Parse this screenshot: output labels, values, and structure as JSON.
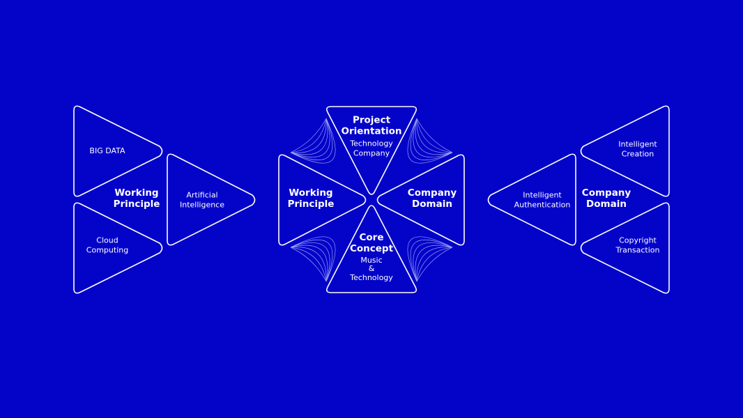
{
  "colors": {
    "background": "#0404c9",
    "stroke": "#ffffff",
    "curve": "#aab0ff"
  },
  "left_group": {
    "title": [
      "Working",
      "Principle"
    ],
    "items": [
      {
        "lines": [
          "BIG DATA"
        ]
      },
      {
        "lines": [
          "Artificial",
          "Intelligence"
        ]
      },
      {
        "lines": [
          "Cloud",
          "Computing"
        ]
      }
    ]
  },
  "center_group": {
    "top": {
      "title": [
        "Project",
        "Orientation"
      ],
      "sub": [
        "Technology",
        "Company"
      ]
    },
    "left": {
      "title": [
        "Working",
        "Principle"
      ]
    },
    "right": {
      "title": [
        "Company",
        "Domain"
      ]
    },
    "bottom": {
      "title": [
        "Core",
        "Concept"
      ],
      "sub": [
        "Music",
        "&",
        "Technology"
      ]
    }
  },
  "right_group": {
    "title": [
      "Company",
      "Domain"
    ],
    "items": [
      {
        "lines": [
          "Intelligent",
          "Creation"
        ]
      },
      {
        "lines": [
          "Intelligent",
          "Authentication"
        ]
      },
      {
        "lines": [
          "Copyright",
          "Transaction"
        ]
      }
    ]
  }
}
